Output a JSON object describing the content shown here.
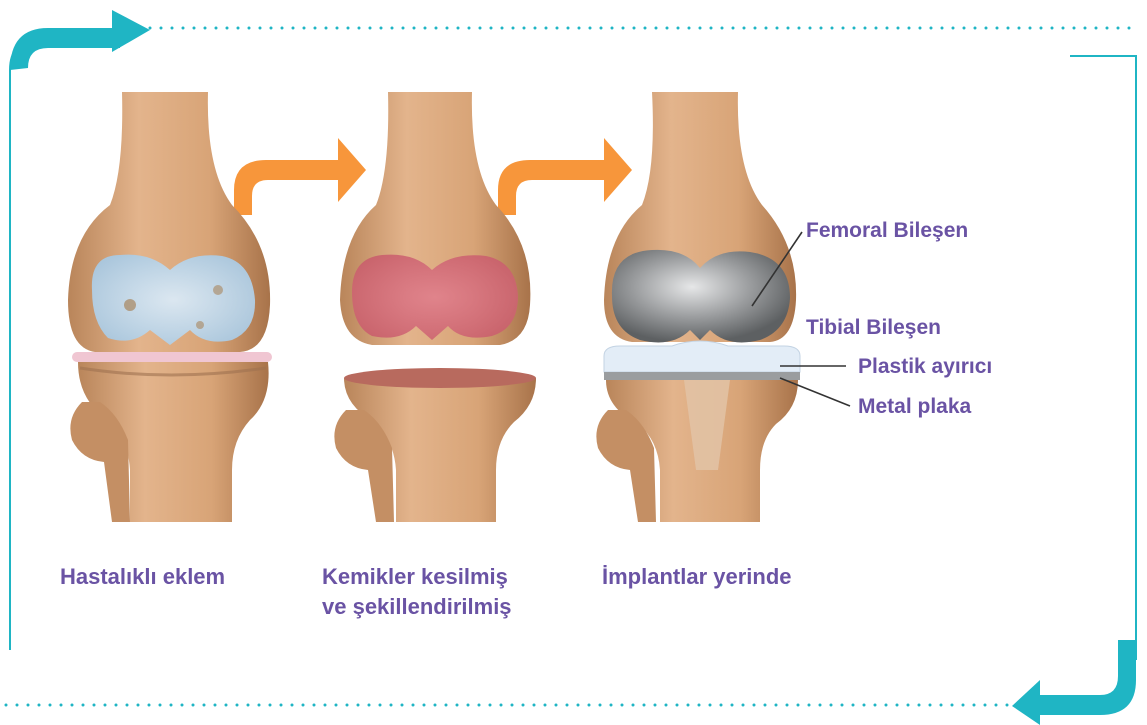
{
  "captions": {
    "diseased": "Hastalıklı eklem",
    "cut_line1": "Kemikler kesilmiş",
    "cut_line2": "ve şekillendirilmiş",
    "implants": "İmplantlar yerinde"
  },
  "labels": {
    "femoral": "Femoral Bileşen",
    "tibial": "Tibial Bileşen",
    "plastic": "Plastik ayırıcı",
    "metal": "Metal plaka"
  },
  "colors": {
    "frame": "#1fb5c4",
    "arrow": "#f7963b",
    "text": "#6a53a4",
    "bone": "#d9a57a",
    "bone_dark": "#b07a50",
    "cartilage_blue": "#bcd9ee",
    "cut_surface": "#d36a78",
    "metal": "#8d9092",
    "plastic": "#e3edf7"
  },
  "icons": [
    "arrow-right-icon",
    "arrow-left-icon"
  ]
}
